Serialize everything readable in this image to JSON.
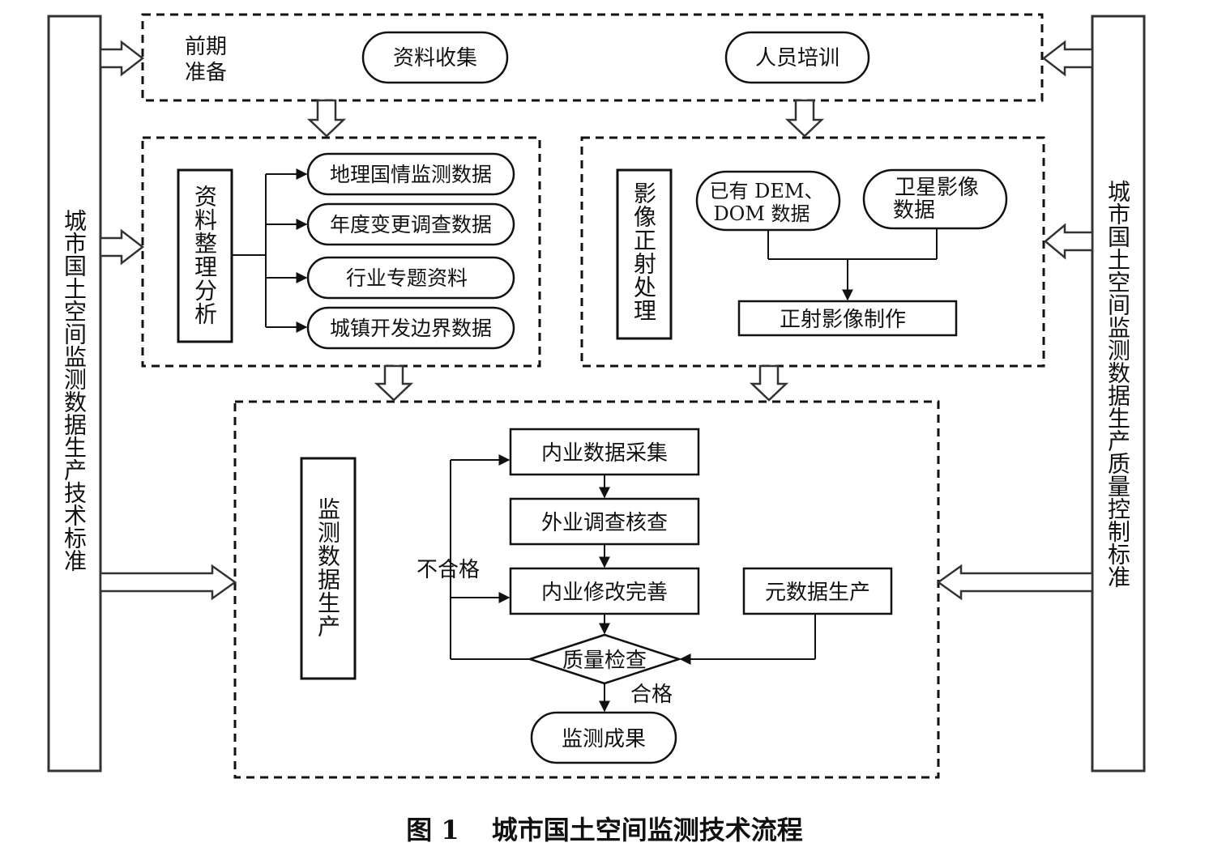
{
  "left_bar": "城市国土空间监测数据生产技术标准",
  "right_bar": "城市国土空间监测数据生产质量控制标准",
  "prep": {
    "label_line1": "前期",
    "label_line2": "准备",
    "collect": "资料收集",
    "training": "人员培训"
  },
  "analysis": {
    "label": "资料整理分析",
    "items": [
      "地理国情监测数据",
      "年度变更调查数据",
      "行业专题资料",
      "城镇开发边界数据"
    ]
  },
  "ortho": {
    "label": "影像正射处理",
    "dem_line1": "已有 DEM、",
    "dem_line2": "DOM 数据",
    "sat_line1": "卫星影像",
    "sat_line2": "数据",
    "make": "正射影像制作"
  },
  "production": {
    "label": "监测数据生产",
    "step1": "内业数据采集",
    "step2": "外业调查核查",
    "step3": "内业修改完善",
    "metadata": "元数据生产",
    "qc": "质量检查",
    "fail": "不合格",
    "pass": "合格",
    "result": "监测成果"
  },
  "caption": {
    "number": "图 1",
    "title": "城市国土空间监测技术流程"
  }
}
